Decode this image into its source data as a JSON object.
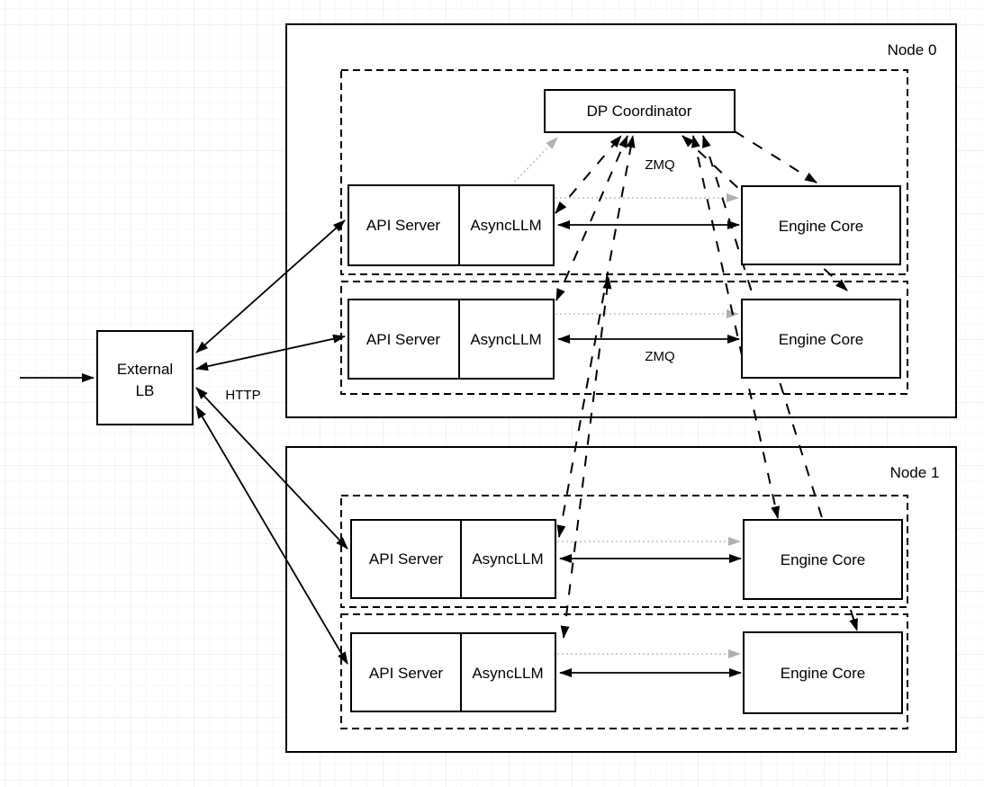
{
  "colors": {
    "stroke": "#000000",
    "gray_arrow": "#b0b0b0",
    "gray_dotted_line": "#c0c0c0",
    "background": "#ffffff",
    "grid_minor": "#f2f2f2",
    "grid_major": "#e2e2e2"
  },
  "external_lb": {
    "line1": "External",
    "line2": "LB"
  },
  "dp_coordinator": {
    "label": "DP Coordinator"
  },
  "edge_labels": {
    "http": "HTTP",
    "zmq_coordinator": "ZMQ",
    "zmq_engine": "ZMQ"
  },
  "nodes": [
    {
      "label": "Node 0",
      "rows": [
        {
          "api_server": "API Server",
          "asyncllm": "AsyncLLM",
          "engine_core": "Engine Core"
        },
        {
          "api_server": "API Server",
          "asyncllm": "AsyncLLM",
          "engine_core": "Engine Core"
        }
      ]
    },
    {
      "label": "Node 1",
      "rows": [
        {
          "api_server": "API Server",
          "asyncllm": "AsyncLLM",
          "engine_core": "Engine Core"
        },
        {
          "api_server": "API Server",
          "asyncllm": "AsyncLLM",
          "engine_core": "Engine Core"
        }
      ]
    }
  ]
}
